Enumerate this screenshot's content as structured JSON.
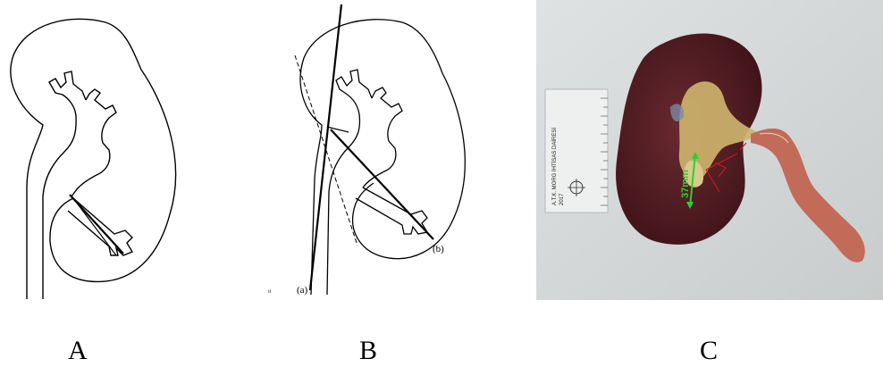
{
  "panels": [
    {
      "id": "A",
      "caption": "A",
      "subject": "kidney line drawing with calyx angle"
    },
    {
      "id": "B",
      "caption": "B",
      "subject": "kidney line drawing with axis lines",
      "labels": {
        "a": "(a)",
        "b": "(b)"
      }
    },
    {
      "id": "C",
      "caption": "C",
      "subject": "photograph of bisected kidney with ruler",
      "ruler_text": {
        "line1": "A.T.K. MORG İHTİSAS DAİRESİ",
        "line2": "2017"
      },
      "measurement_label": "37mm"
    }
  ],
  "colors": {
    "kidney_tissue": "#5a1f26",
    "fat": "#d8c27a",
    "ureter": "#c46a5a",
    "measure_green": "#29d12f",
    "measure_red": "#d01818"
  }
}
